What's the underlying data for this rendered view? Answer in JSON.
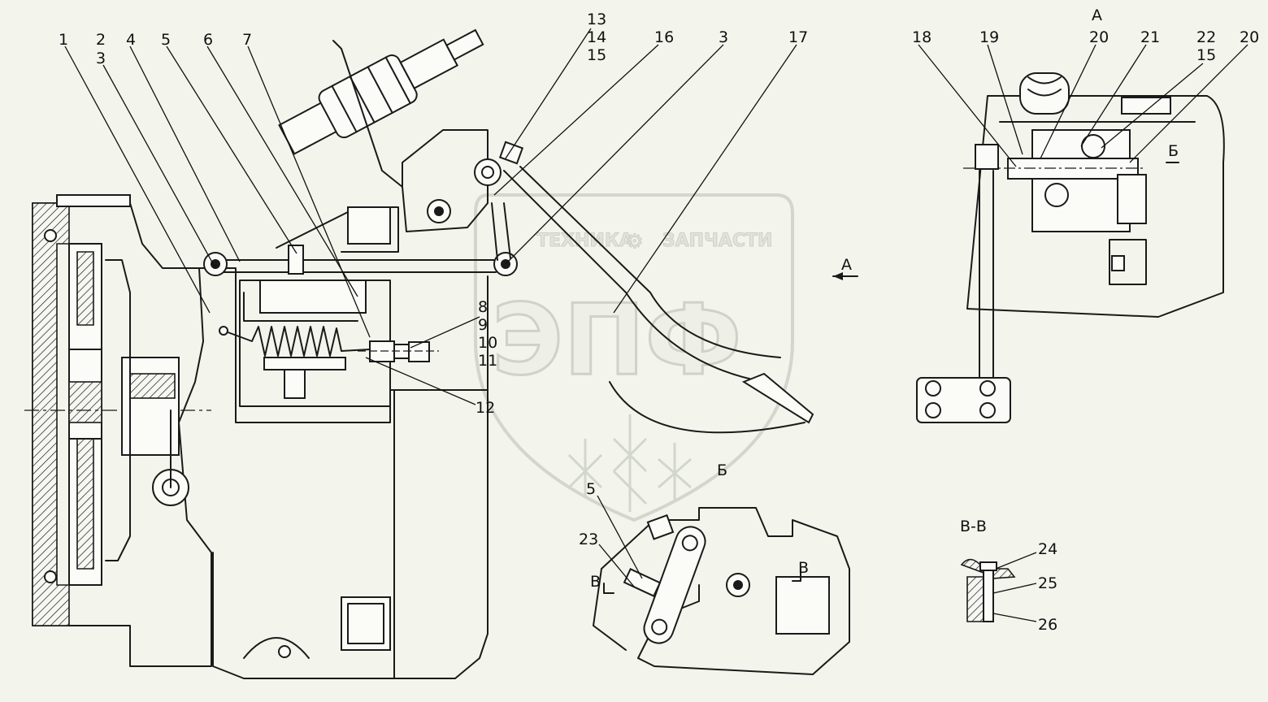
{
  "watermark": {
    "text_left": "ТЕХНИКА",
    "text_right": "ЗАПЧАСТИ",
    "gear_glyph": "⚙",
    "logo": "ЭПФ"
  },
  "views": {
    "view_a_label": "А",
    "view_a_arrow_label": "А",
    "view_b_label": "Б",
    "view_b_arrow_label": "Б",
    "section_label": "В-В",
    "section_mark_left": "В",
    "section_mark_right": "В"
  },
  "callouts": {
    "c1": "1",
    "c2": "2",
    "c3a": "3",
    "c4": "4",
    "c5": "5",
    "c6": "6",
    "c7": "7",
    "c13": "13",
    "c14": "14",
    "c15": "15",
    "c16": "16",
    "c3b": "3",
    "c17": "17",
    "c8": "8",
    "c9": "9",
    "c10": "10",
    "c11": "11",
    "c12": "12",
    "c18": "18",
    "c19": "19",
    "c20a": "20",
    "c21": "21",
    "c22": "22",
    "c15b": "15",
    "c20b": "20",
    "c5b": "5",
    "c23": "23",
    "c24": "24",
    "c25": "25",
    "c26": "26"
  },
  "colors": {
    "background": "#f3f5ec",
    "line": "#1a1a1a",
    "watermark": "#d6d9cf"
  }
}
